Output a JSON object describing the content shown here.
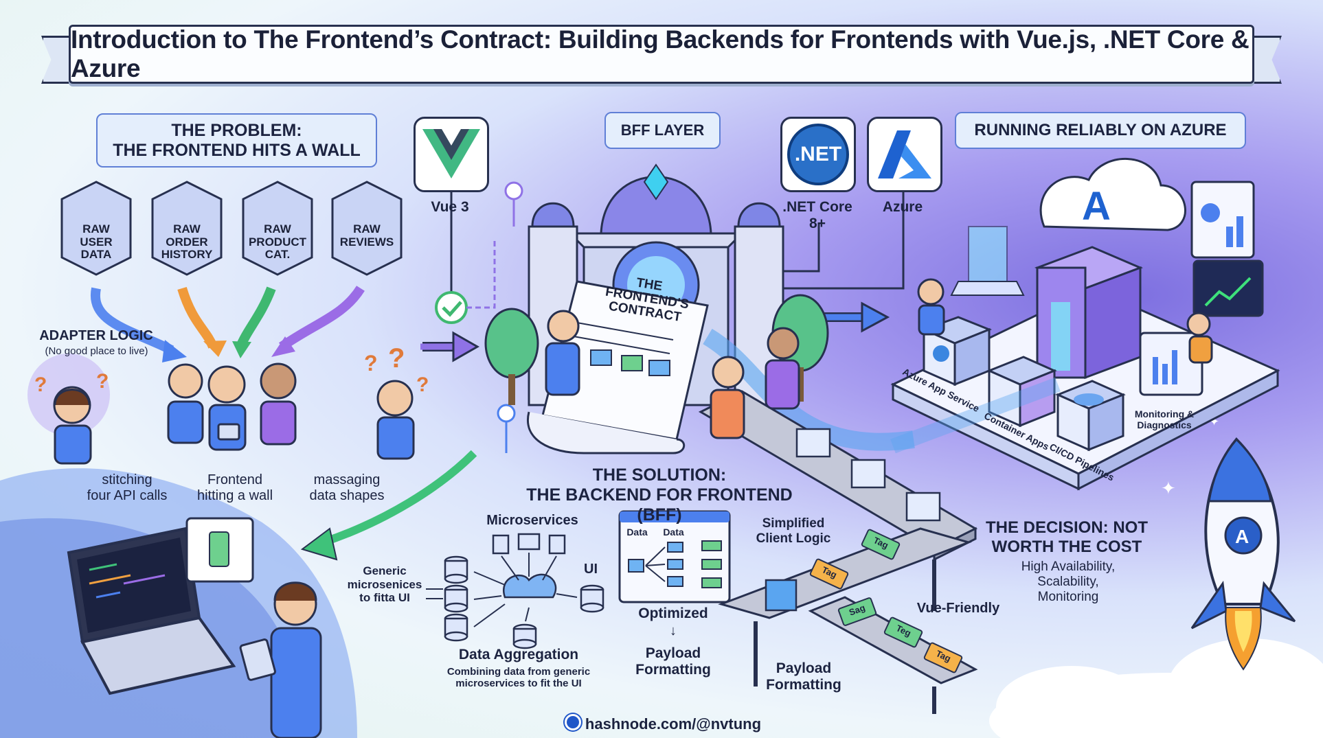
{
  "title": "Introduction to The Frontend’s Contract: Building Backends for Frontends with Vue.js, .NET Core & Azure",
  "problem": {
    "heading_line1": "THE PROBLEM:",
    "heading_line2": "THE FRONTEND HITS A WALL",
    "sources": [
      {
        "line1": "RAW",
        "line2": "USER",
        "line3": "DATA"
      },
      {
        "line1": "RAW",
        "line2": "ORDER",
        "line3": "HISTORY"
      },
      {
        "line1": "RAW",
        "line2": "PRODUCT",
        "line3": "CAT."
      },
      {
        "line1": "RAW",
        "line2": "REVIEWS",
        "line3": ""
      }
    ],
    "adapter_title": "ADAPTER LOGIC",
    "adapter_subtitle": "(No good place to live)",
    "captions": [
      {
        "line1": "stitching",
        "line2": "four API calls"
      },
      {
        "line1": "Frontend",
        "line2": "hitting a wall"
      },
      {
        "line1": "massaging",
        "line2": "data shapes"
      }
    ]
  },
  "tech": {
    "vue_label": "Vue 3",
    "dotnet_logo_text": ".NET",
    "dotnet_label_line1": ".NET Core",
    "dotnet_label_line2": "8+",
    "azure_label": "Azure"
  },
  "bff": {
    "layer_label": "BFF LAYER",
    "scroll_line1": "THE FRONTEND'S",
    "scroll_line2": "CONTRACT",
    "solution_line1": "THE SOLUTION:",
    "solution_line2": "THE BACKEND FOR FRONTEND (BFF)"
  },
  "microservices": {
    "title": "Microservices",
    "ui_label": "UI",
    "generic_line1": "Generic",
    "generic_line2": "microsenices",
    "generic_line3": "to fitta UI",
    "aggregation_title": "Data Aggregation",
    "aggregation_line1": "Combining data from generic",
    "aggregation_line2": "microservices to fit the UI"
  },
  "formatting": {
    "data_label_1": "Data",
    "data_label_2": "Data",
    "optimized": "Optimized",
    "arrow": "↓",
    "payload_line1": "Payload",
    "payload_line2": "Formatting",
    "simplified_line1": "Simplified",
    "simplified_line2": "Client Logic",
    "vue_friendly": "Vue-Friendly",
    "payload2_line1": "Payload",
    "payload2_line2": "Formatting",
    "tags": [
      "Tag",
      "Tag",
      "Sag",
      "Teg",
      "Tag"
    ]
  },
  "azure": {
    "heading": "RUNNING RELIABLY ON AZURE",
    "services": [
      "Azure App Service",
      "Container Apps",
      "CI/CD Pipelines"
    ],
    "monitoring_line1": "Monitoring &",
    "monitoring_line2": "Diagnostics"
  },
  "decision": {
    "line1": "THE DECISION: NOT",
    "line2": "WORTH THE COST",
    "sub1": "High Availability,",
    "sub2": "Scalability,",
    "sub3": "Monitoring"
  },
  "footer": "hashnode.com/@nvtung",
  "colors": {
    "vue_green": "#41b883",
    "vue_dark": "#35495e",
    "dotnet_blue": "#2a70c8",
    "azure_blue": "#1e62d0",
    "accent_purple": "#8f72e6"
  }
}
